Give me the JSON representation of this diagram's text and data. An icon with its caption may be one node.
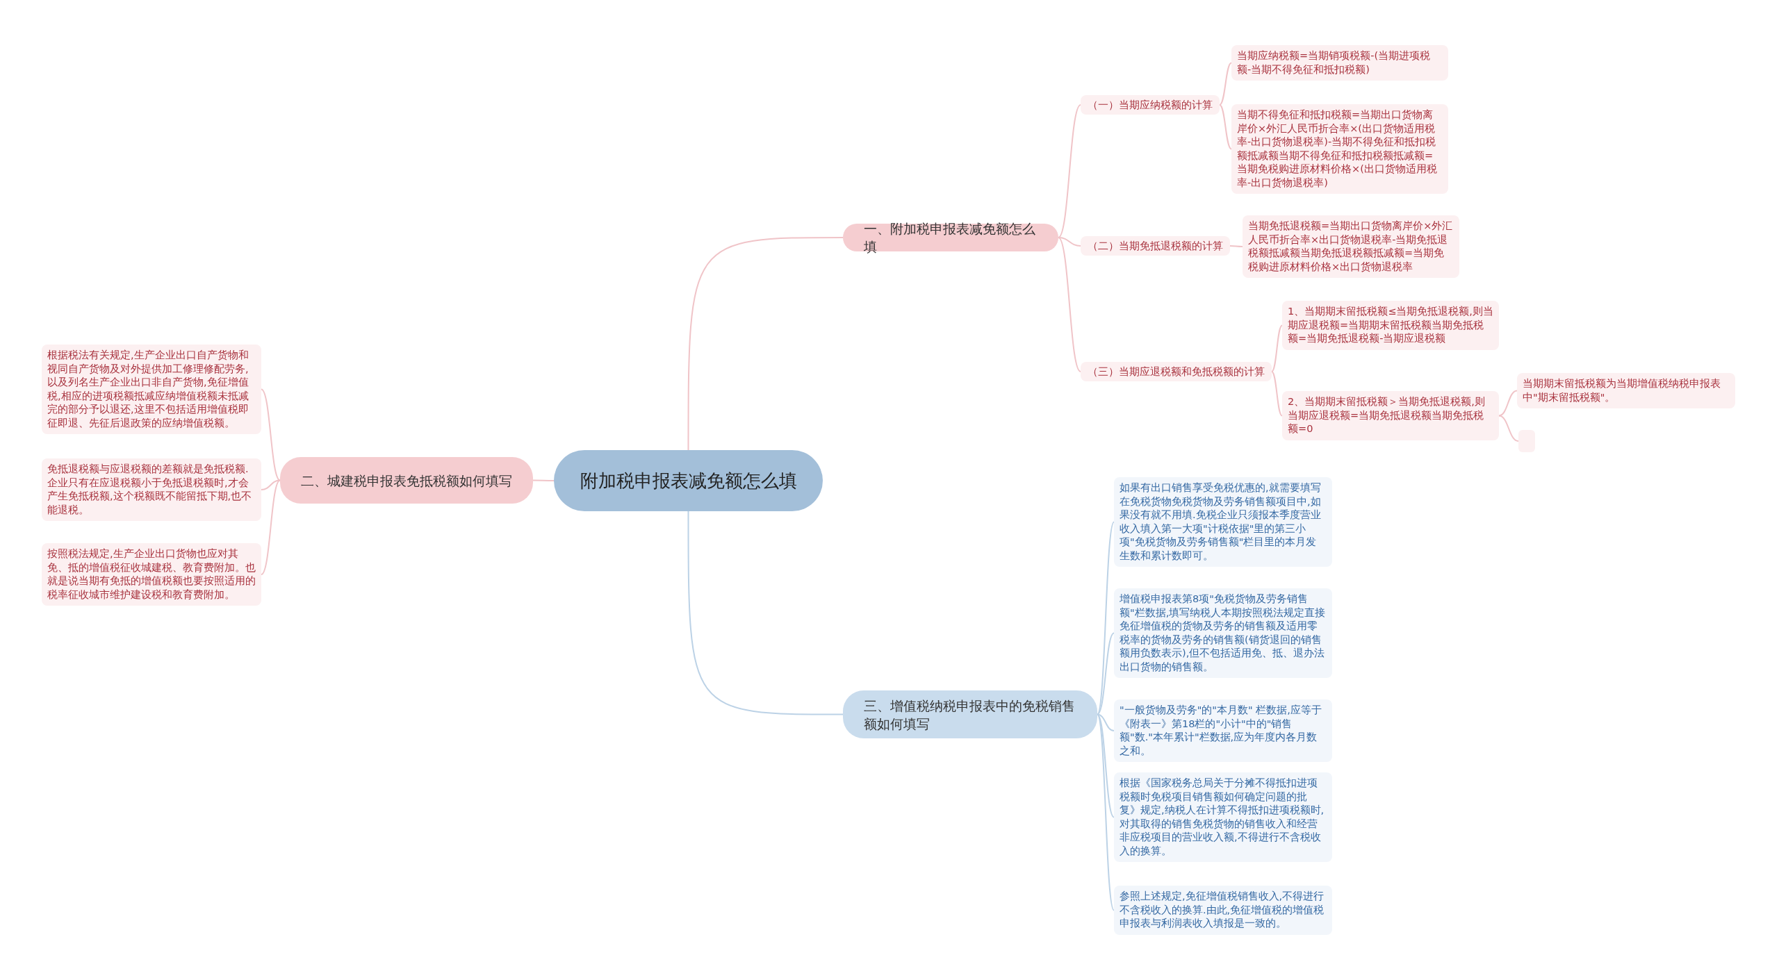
{
  "diagram": {
    "nodes": [
      {
        "text": [
          "附加税申报表减免额怎么填"
        ]
      },
      {
        "text": [
          "一、附加税申报表减免额怎么填"
        ]
      },
      {
        "text": [
          "（一）当期应纳税额的计算"
        ]
      },
      {
        "text": [
          "当期应纳税额=当期销项税额-(当期进项税额-当期不得免征和抵扣税额)"
        ]
      },
      {
        "text": [
          "当期不得免征和抵扣税额=当期出口货物离岸价×外汇人民币折合率×(出口货物适用税率-出口货物退税率)-当期不得免征和抵扣税额抵减额当期不得免征和抵扣税额抵减额=当期免税购进原材料价格×(出口货物适用税率-出口货物退税率)"
        ]
      },
      {
        "text": [
          "（二）当期免抵退税额的计算"
        ]
      },
      {
        "text": [
          "当期免抵退税额=当期出口货物离岸价×外汇人民币折合率×出口货物退税率-当期免抵退税额抵减额当期免抵退税额抵减额=当期免税购进原材料价格×出口货物退税率"
        ]
      },
      {
        "text": [
          "（三）当期应退税额和免抵税额的计算"
        ]
      },
      {
        "text": [
          "1、当期期末留抵税额≤当期免抵退税额,则当期应退税额=当期期末留抵税额当期免抵税额=当期免抵退税额-当期应退税额"
        ]
      },
      {
        "text": [
          "2、当期期末留抵税额＞当期免抵退税额,则当期应退税额=当期免抵退税额当期免抵税额=0"
        ]
      },
      {
        "text": [
          "当期期末留抵税额为当期增值税纳税申报表中\"期末留抵税额\"。"
        ]
      },
      {
        "text": [],
        "shape": "box"
      },
      {
        "text": [
          "二、城建税申报表免抵税额如何填写"
        ]
      },
      {
        "text": [
          "根据税法有关规定,生产企业出口自产货物和视同自产货物及对外提供加工修理修配劳务,以及列名生产企业出口非自产货物,免征增值税,相应的进项税额抵减应纳增值税额未抵减完的部分予以退还,这里不包括适用增值税即征即退、先征后退政策的应纳增值税额。"
        ]
      },
      {
        "text": [
          "免抵退税额与应退税额的差额就是免抵税额.企业只有在应退税额小于免抵退税额时,才会产生免抵税额,这个税额既不能留抵下期,也不能退税。"
        ]
      },
      {
        "text": [
          "按照税法规定,生产企业出口货物也应对其免、抵的增值税征收城建税、教育费附加。也就是说当期有免抵的增值税额也要按照适用的税率征收城市维护建设税和教育费附加。"
        ]
      },
      {
        "text": [
          "三、增值税纳税申报表中的免税销售额如何填写"
        ]
      },
      {
        "text": [
          "如果有出口销售享受免税优惠的,就需要填写在免税货物免税货物及劳务销售额项目中,如果没有就不用填.免税企业只须报本季度营业收入填入第一大项\"计税依据\"里的第三小项\"免税货物及劳务销售额\"栏目里的本月发生数和累计数即可。"
        ]
      },
      {
        "text": [
          "增值税申报表第8项\"免税货物及劳务销售额\"栏数据,填写纳税人本期按照税法规定直接免征增值税的货物及劳务的销售额及适用零税率的货物及劳务的销售额(销货退回的销售额用负数表示),但不包括适用免、抵、退办法出口货物的销售额。"
        ]
      },
      {
        "text": [
          "\"一般货物及劳务\"的\"本月数\" 栏数据,应等于《附表一》第18栏的\"小计\"中的\"销售额\"数.\"本年累计\"栏数据,应为年度内各月数之和。"
        ]
      },
      {
        "text": [
          "根据《国家税务总局关于分摊不得抵扣进项税额时免税项目销售额如何确定问题的批复》规定,纳税人在计算不得抵扣进项税额时,对其取得的销售免税货物的销售收入和经营非应税项目的营业收入额,不得进行不含税收入的换算。"
        ]
      },
      {
        "text": [
          "参照上述规定,免征增值税销售收入,不得进行不含税收入的换算.由此,免征增值税的增值税申报表与利润表收入填报是一致的。"
        ]
      }
    ],
    "edges": [
      {
        "from": 0,
        "to": 1,
        "arrow": "none"
      },
      {
        "from": 1,
        "to": 2,
        "arrow": "none"
      },
      {
        "from": 2,
        "to": 3,
        "arrow": "none"
      },
      {
        "from": 2,
        "to": 4,
        "arrow": "none"
      },
      {
        "from": 1,
        "to": 5,
        "arrow": "none"
      },
      {
        "from": 5,
        "to": 6,
        "arrow": "none"
      },
      {
        "from": 1,
        "to": 7,
        "arrow": "none"
      },
      {
        "from": 7,
        "to": 8,
        "arrow": "none"
      },
      {
        "from": 7,
        "to": 9,
        "arrow": "none"
      },
      {
        "from": 9,
        "to": 10,
        "arrow": "none"
      },
      {
        "from": 9,
        "to": 11,
        "arrow": "none"
      },
      {
        "from": 0,
        "to": 12,
        "arrow": "none"
      },
      {
        "from": 12,
        "to": 13,
        "arrow": "none"
      },
      {
        "from": 12,
        "to": 14,
        "arrow": "none"
      },
      {
        "from": 12,
        "to": 15,
        "arrow": "none"
      },
      {
        "from": 0,
        "to": 16,
        "arrow": "none",
        "color": "#bcd2e6"
      },
      {
        "from": 16,
        "to": 17,
        "arrow": "none",
        "color": "#bcd2e6"
      },
      {
        "from": 16,
        "to": 18,
        "arrow": "none",
        "color": "#bcd2e6"
      },
      {
        "from": 16,
        "to": 19,
        "arrow": "none",
        "color": "#bcd2e6"
      },
      {
        "from": 16,
        "to": 20,
        "arrow": "none",
        "color": "#bcd2e6"
      },
      {
        "from": 16,
        "to": 21,
        "arrow": "none",
        "color": "#bcd2e6"
      }
    ]
  }
}
